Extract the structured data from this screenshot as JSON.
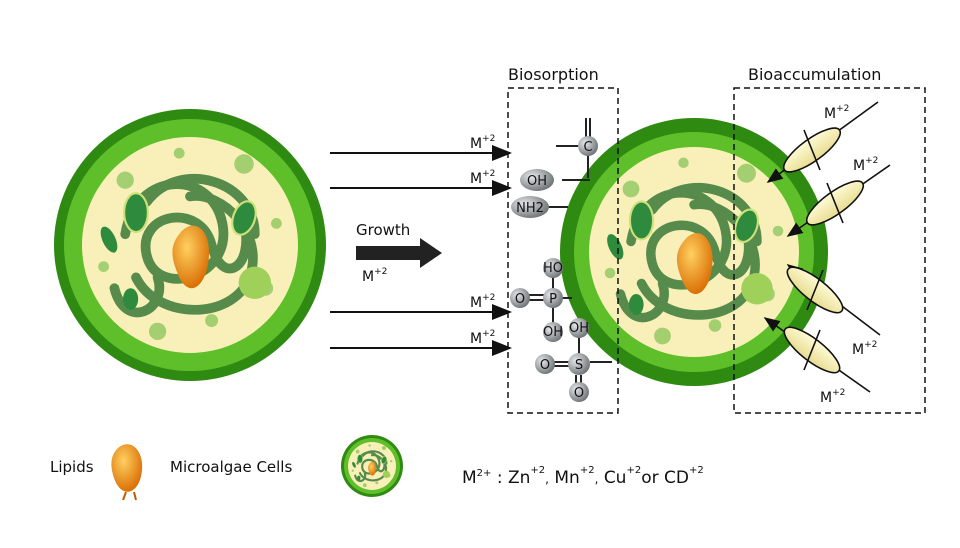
{
  "titles": {
    "biosorption": "Biosorption",
    "bioaccumulation": "Bioaccumulation"
  },
  "growth": {
    "label": "Growth",
    "ion": "M",
    "ion_charge": "+2"
  },
  "incoming_ions": [
    {
      "symbol": "M",
      "charge": "+2"
    },
    {
      "symbol": "M",
      "charge": "+2"
    },
    {
      "symbol": "M",
      "charge": "+2"
    },
    {
      "symbol": "M",
      "charge": "+2"
    }
  ],
  "bioaccumulation_ions": [
    {
      "symbol": "M",
      "charge": "+2"
    },
    {
      "symbol": "M",
      "charge": "+2"
    },
    {
      "symbol": "M",
      "charge": "+2"
    },
    {
      "symbol": "M",
      "charge": "+2"
    }
  ],
  "functional_groups": {
    "carbonyl": {
      "c": "C"
    },
    "hydroxyl": "OH",
    "amine": "NH2",
    "phosphate": {
      "ho": "HO",
      "o": "O",
      "p": "P",
      "oh": "OH"
    },
    "sulfonate": {
      "oh": "OH",
      "o1": "O",
      "s": "S",
      "o2": "O"
    }
  },
  "legend": {
    "lipids": "Lipids",
    "cells": "Microalgae Cells",
    "formula": {
      "m": "M",
      "m_charge": "2+",
      "sep": " : ",
      "zn": "Zn",
      "mn": "Mn",
      "cu": "Cu",
      "cd": "CD",
      "charge": "+2",
      "comma": ",",
      "or": "or "
    }
  },
  "colors": {
    "ring_dark": "#2f8a12",
    "ring_light": "#5fbf2a",
    "cytoplasm": "#f8f0b8",
    "chloroplast": "#3b7a3a",
    "lipid": "#f08c10",
    "atom": "#8e9396"
  }
}
